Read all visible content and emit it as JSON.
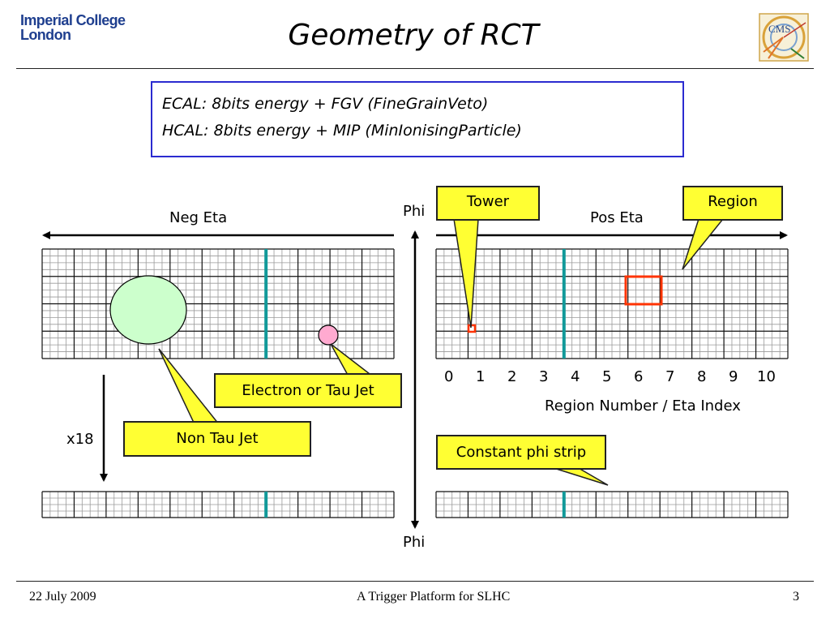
{
  "header": {
    "logo_text": "Imperial College London",
    "title": "Geometry of RCT",
    "cms_logo_text": "CMS"
  },
  "infobox": {
    "line1": "ECAL: 8bits energy + FGV  (FineGrainVeto)",
    "line2": "HCAL: 8bits energy + MIP  (MinIonisingParticle)"
  },
  "labels": {
    "neg_eta": "Neg Eta",
    "pos_eta": "Pos Eta",
    "phi_top": "Phi",
    "phi_bottom": "Phi",
    "x18": "x18",
    "region_numbers": [
      "0",
      "1",
      "2",
      "3",
      "4",
      "5",
      "6",
      "7",
      "8",
      "9",
      "10"
    ],
    "region_axis_title": "Region Number / Eta Index"
  },
  "callouts": {
    "tower": "Tower",
    "region": "Region",
    "electron_tau_jet": "Electron or Tau Jet",
    "non_tau_jet": "Non Tau Jet",
    "constant_phi_strip": "Constant phi strip"
  },
  "colors": {
    "callout_fill": "#ffff33",
    "region_highlight": "#ff3300",
    "tower_highlight": "#ff3300",
    "strip_marker": "#119999",
    "non_tau_jet_fill": "#ccffcc",
    "electron_fill": "#ffaad0",
    "infobox_border": "#2b2bd0",
    "logo_blue": "#1f3f8f"
  },
  "footer": {
    "date": "22 July 2009",
    "center": "A Trigger Platform for SLHC",
    "page": "3"
  }
}
